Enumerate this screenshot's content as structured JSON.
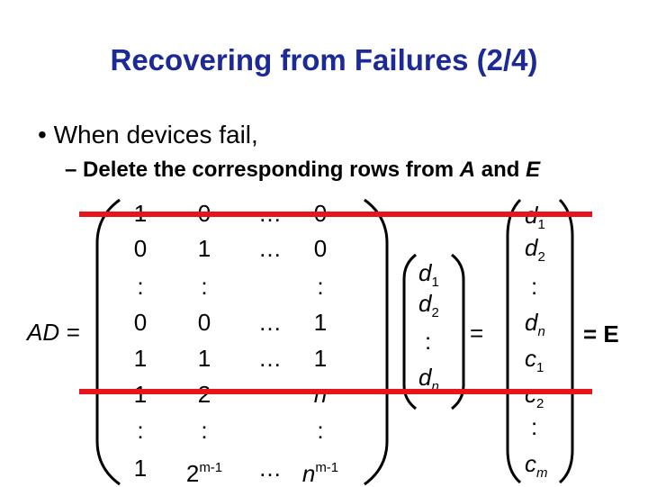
{
  "title": "Recovering from Failures (2/4)",
  "bullet": {
    "marker": "•",
    "text": "When devices fail,"
  },
  "sub_bullet": {
    "marker": "–",
    "text_before": "Delete the corresponding rows from ",
    "A": "A",
    "and": " and ",
    "E": "E"
  },
  "lhs_label": "AD =",
  "matrix_A": {
    "rows": [
      [
        "1",
        "0",
        "…",
        "0"
      ],
      [
        "0",
        "1",
        "…",
        "0"
      ],
      [
        ":",
        ":",
        "",
        ":"
      ],
      [
        "0",
        "0",
        "…",
        "1"
      ],
      [
        "1",
        "1",
        "…",
        "1"
      ],
      [
        "1",
        "2",
        "",
        "n"
      ],
      [
        ":",
        ":",
        "",
        ":"
      ],
      [
        "1",
        "2",
        "…",
        "n"
      ]
    ],
    "last_row_exponent": "m-1"
  },
  "vector_D": [
    {
      "base": "d",
      "sub": "1"
    },
    {
      "base": "d",
      "sub": "2"
    },
    {
      "base": ":",
      "sub": ""
    },
    {
      "base": "d",
      "sub": "n"
    }
  ],
  "equals": "=",
  "vector_E": [
    {
      "base": "d",
      "sub": "1"
    },
    {
      "base": "d",
      "sub": "2"
    },
    {
      "base": ":",
      "sub": ""
    },
    {
      "base": "d",
      "sub": "n"
    },
    {
      "base": "c",
      "sub": "1"
    },
    {
      "base": "c",
      "sub": "2"
    },
    {
      "base": ":",
      "sub": ""
    },
    {
      "base": "c",
      "sub": "m"
    }
  ],
  "rhs_label": "= E",
  "colors": {
    "title": "#1c2a97",
    "strike": "#e8141b",
    "text": "#000000"
  }
}
